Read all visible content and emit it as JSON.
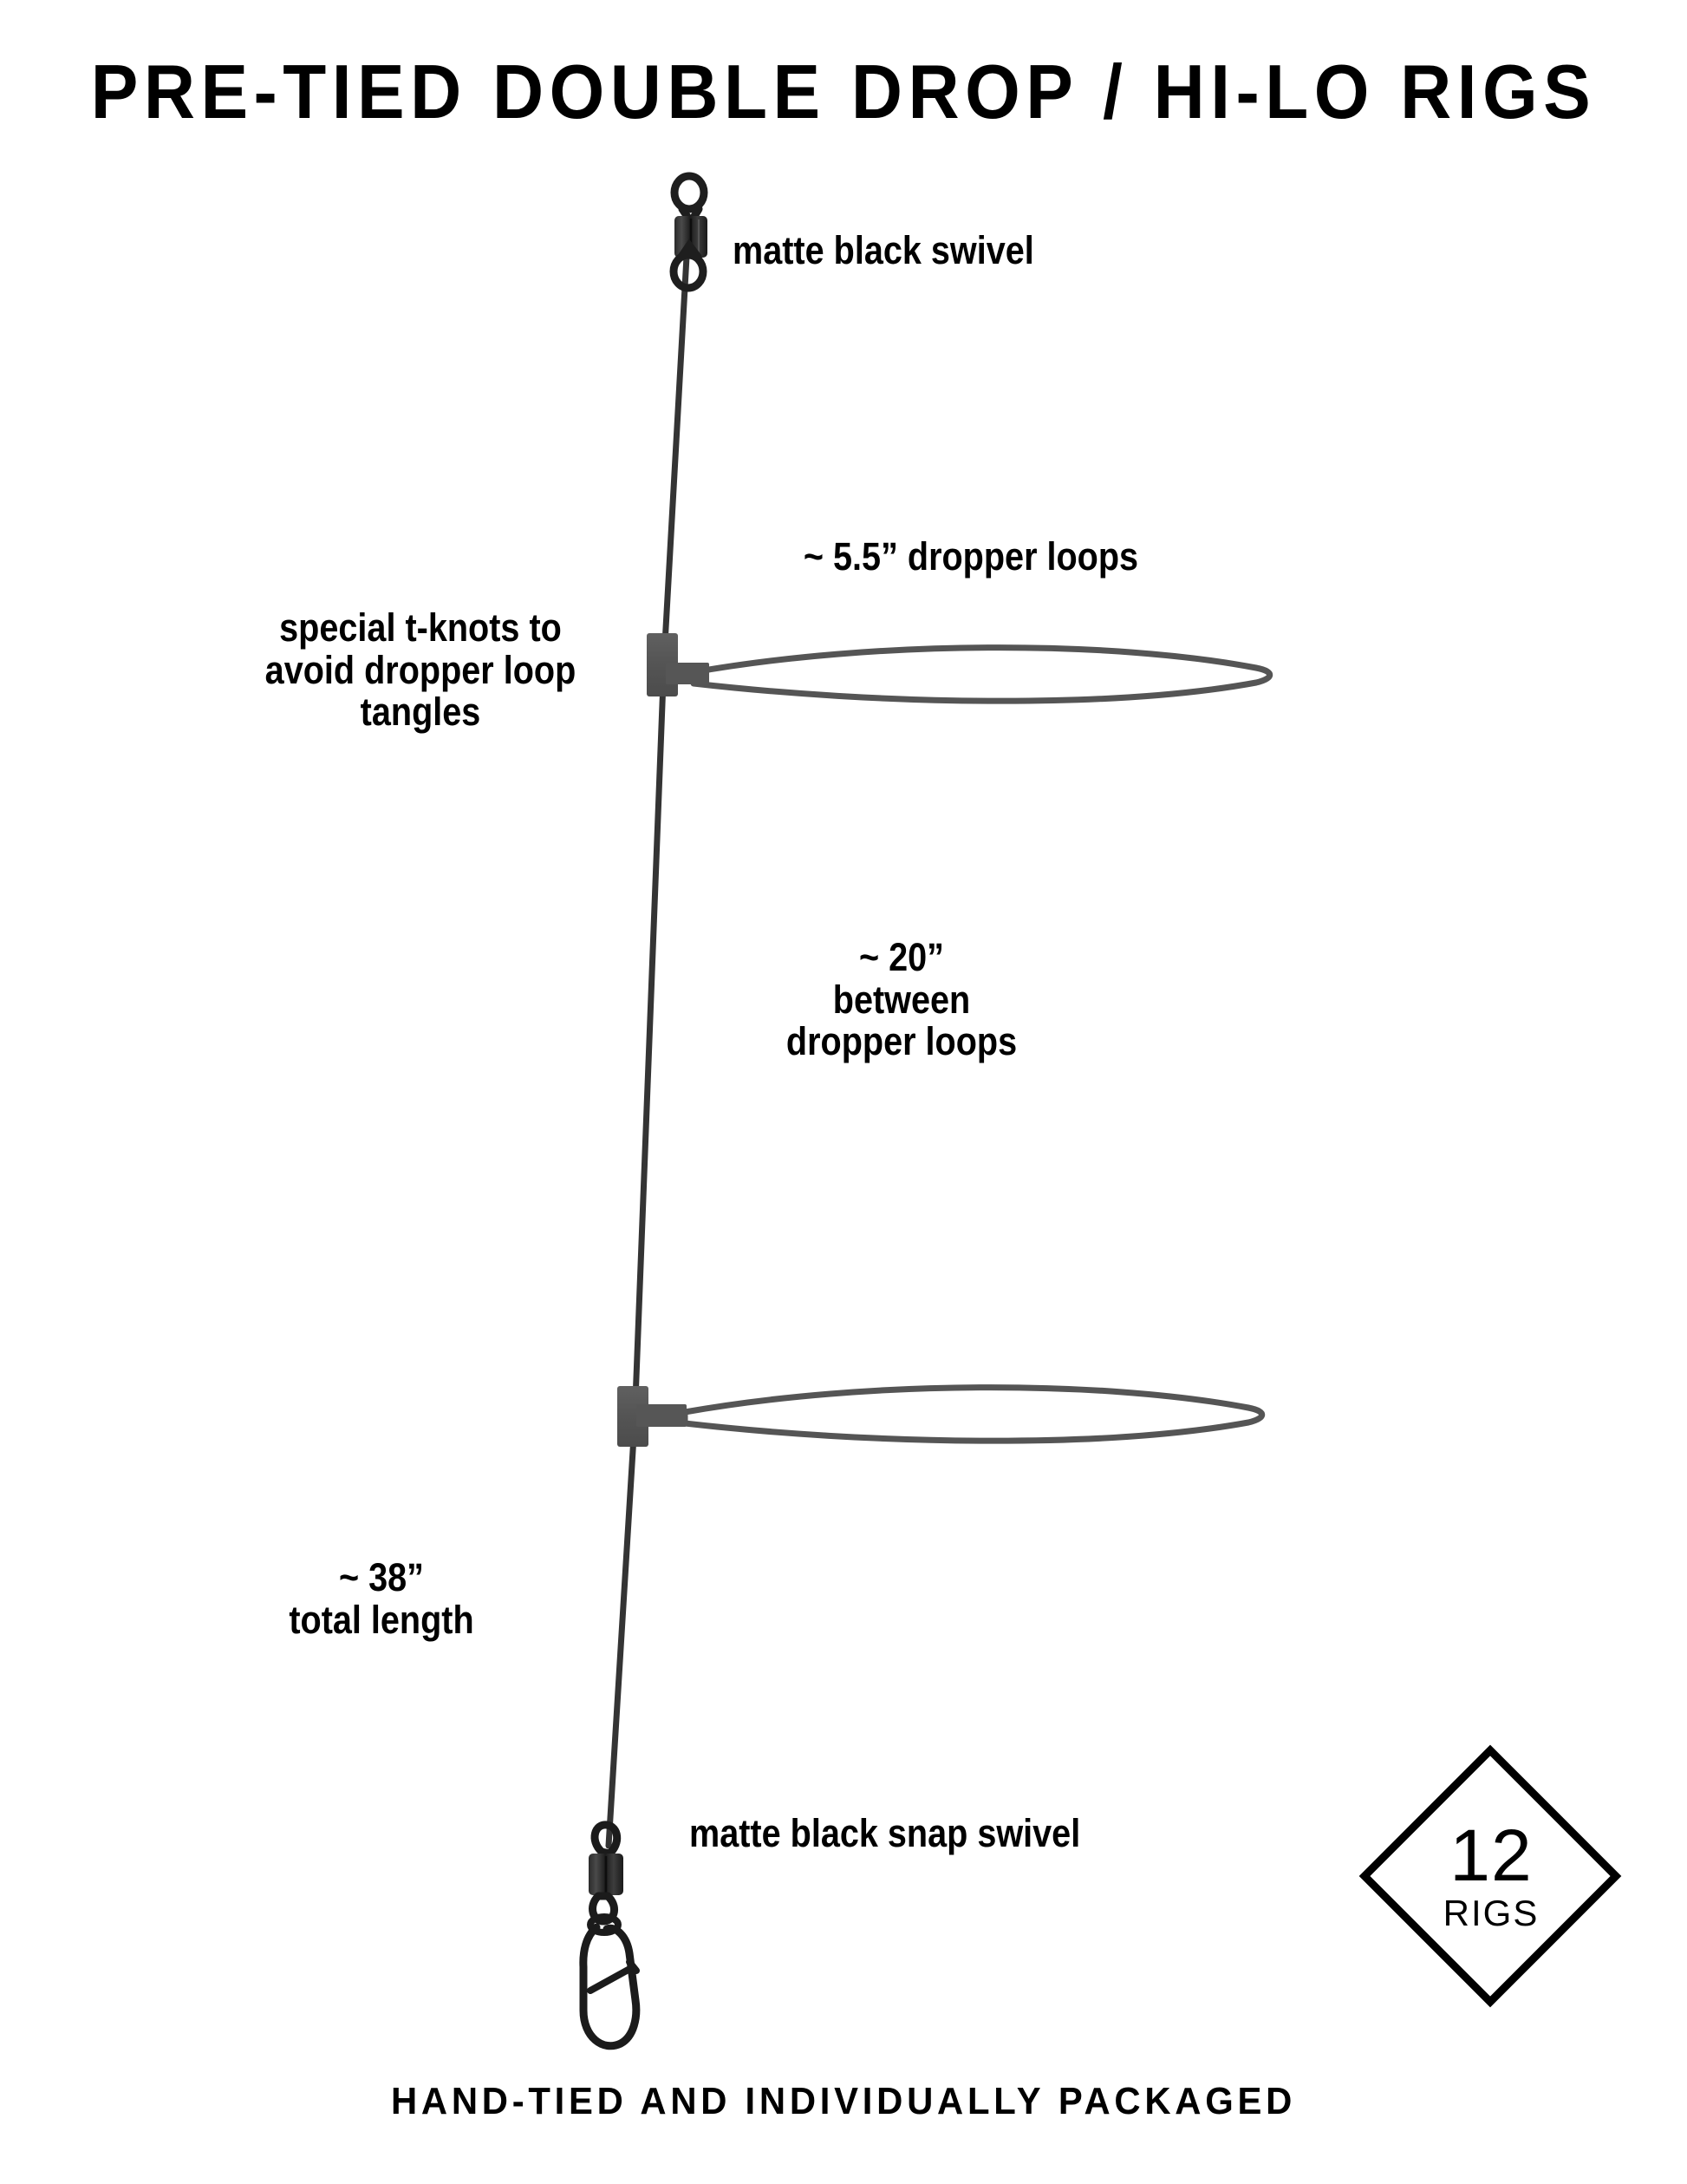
{
  "page": {
    "headline": "PRE-TIED DOUBLE DROP / HI-LO RIGS",
    "footer": "HAND-TIED AND INDIVIDUALLY PACKAGED",
    "background_color": "#ffffff",
    "ink_color": "#000000",
    "line_color": "#3a3a3a",
    "knot_color": "#565656",
    "loop_color": "#555555"
  },
  "annotations": {
    "top_swivel": "matte black swivel",
    "dropper_length": "~ 5.5” dropper loops",
    "t_knots": {
      "line1": "special t-knots to",
      "line2": "avoid dropper loop",
      "line3": "tangles"
    },
    "between_loops": {
      "line1": "~ 20”",
      "line2": "between",
      "line3": "dropper loops"
    },
    "total_length": {
      "line1": "~ 38”",
      "line2": "total length"
    },
    "bottom_swivel": "matte black snap swivel"
  },
  "badge": {
    "count": "12",
    "unit": "RIGS"
  },
  "diagram": {
    "type": "fishing-rig-schematic",
    "components": [
      "barrel swivel (top)",
      "monofilament main line",
      "t-knot (upper)",
      "dropper loop (upper)",
      "t-knot (lower)",
      "dropper loop (lower)",
      "snap swivel (bottom)"
    ],
    "measurements": {
      "dropper_loop_length_in": 5.5,
      "spacing_between_loops_in": 20,
      "total_length_in": 38,
      "rigs_per_pack": 12
    }
  }
}
